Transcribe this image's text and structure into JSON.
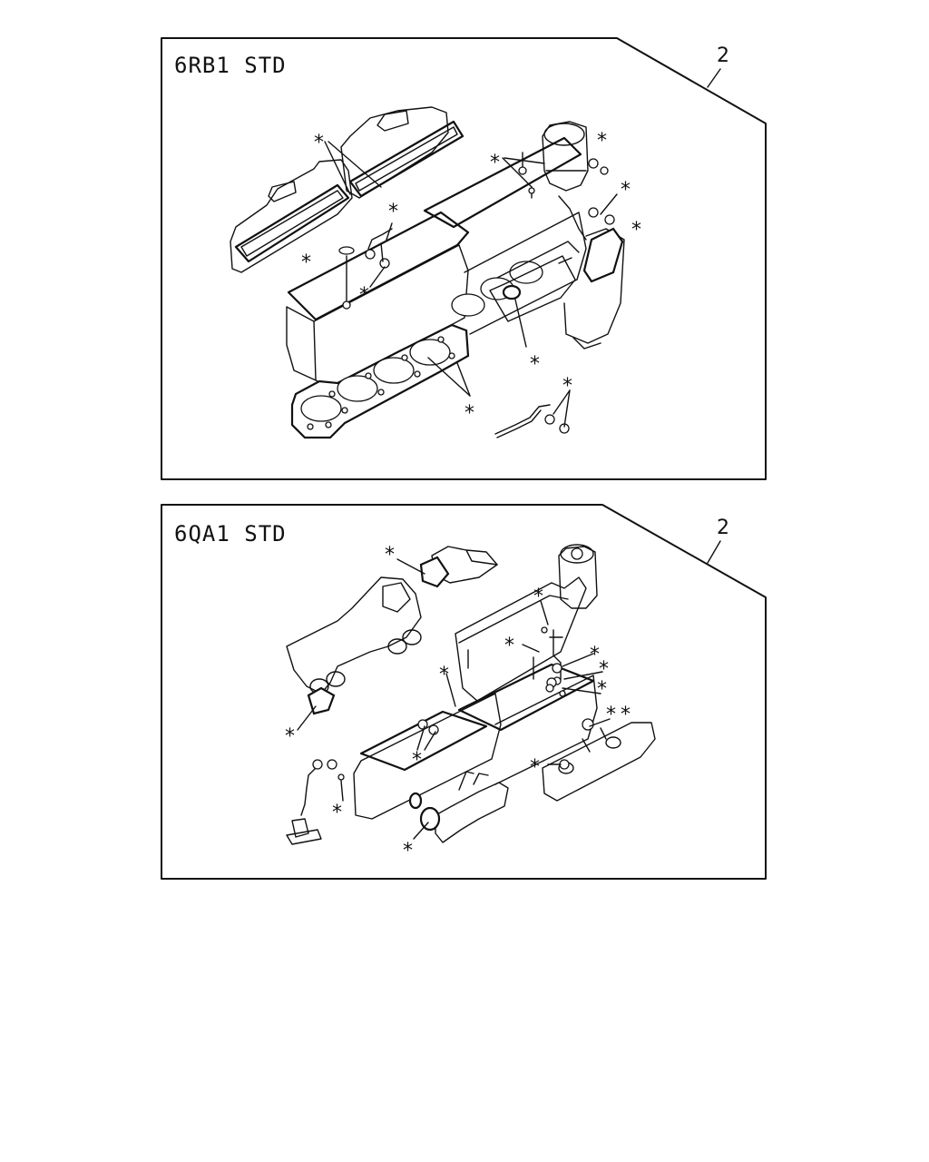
{
  "panels": [
    {
      "title": "6RB1  STD",
      "ref_number": "2",
      "callout_marker": "*"
    },
    {
      "title": "6QA1  STD",
      "ref_number": "2",
      "callout_marker": "*"
    }
  ]
}
